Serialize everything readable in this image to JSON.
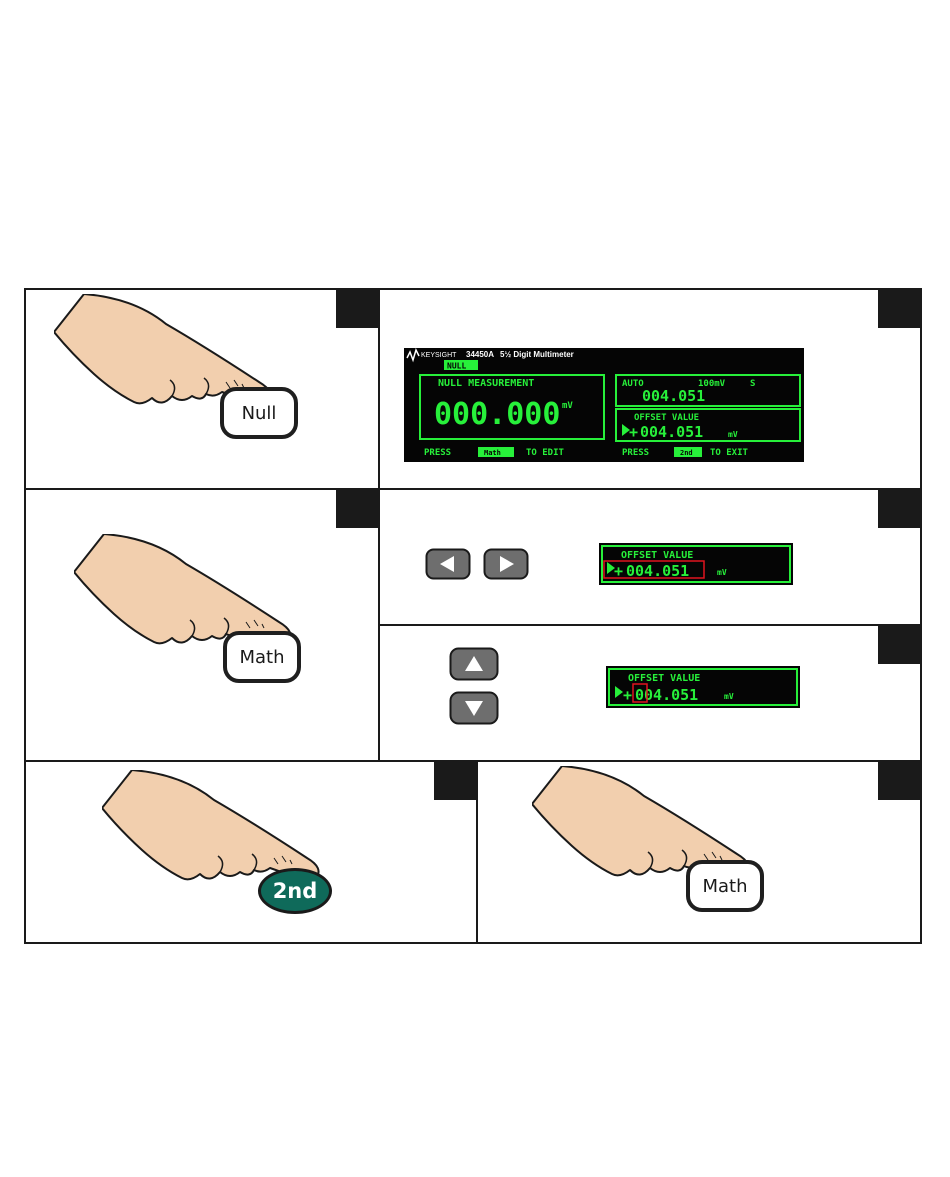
{
  "colors": {
    "skin": "#f2cfae",
    "lcd_bg": "#050505",
    "lcd_green": "#27f03a",
    "highlight_red": "#e0141e",
    "second_key": "#0f6a5a",
    "arrow_key": "#6e6e6e"
  },
  "steps": {
    "null_step": {
      "key_label": "Null",
      "icon": "finger-pointing-icon"
    },
    "math_step": {
      "key_label": "Math",
      "icon": "finger-pointing-icon"
    },
    "second_step": {
      "key_label": "2nd",
      "icon": "finger-pointing-icon"
    },
    "exit_step": {
      "key_label": "Math",
      "icon": "finger-pointing-icon"
    }
  },
  "display": {
    "brand": "KEYSIGHT",
    "model": "34450A",
    "description": "5½ Digit Multimeter",
    "null_annunciator": "NULL",
    "left_title": "NULL MEASUREMENT",
    "reading": "000.000",
    "reading_unit": "mV",
    "left_footer_press": "PRESS",
    "left_footer_key": "Math",
    "left_footer_action": "TO EDIT",
    "right_top_mode": "AUTO",
    "right_top_range": "100mV",
    "right_top_speed": "S",
    "right_top_value": "004.051",
    "offset_title": "OFFSET VALUE",
    "offset_sign": "+",
    "offset_value": "004.051",
    "offset_unit": "mV",
    "right_footer_press": "PRESS",
    "right_footer_key": "2nd",
    "right_footer_action": "TO EXIT"
  },
  "cursor_step": {
    "left_arrow_icon": "arrow-left-icon",
    "right_arrow_icon": "arrow-right-icon",
    "title": "OFFSET VALUE",
    "sign": "+",
    "value": "004.051",
    "unit": "mV"
  },
  "digit_step": {
    "up_arrow_icon": "arrow-up-icon",
    "down_arrow_icon": "arrow-down-icon",
    "title": "OFFSET VALUE",
    "sign": "+",
    "value": "004.051",
    "unit": "mV"
  }
}
